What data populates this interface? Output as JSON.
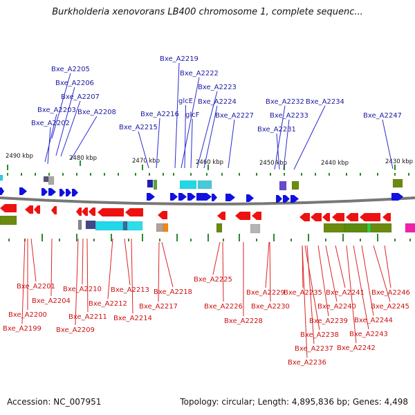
{
  "title": "Burkholderia xenovorans LB400 chromosome 1, complete sequenc...",
  "footer": {
    "accession": "Accession: NC_007951",
    "summary": "Topology: circular; Length: 4,895,836 bp; Genes: 4,498"
  },
  "colors": {
    "forward_gene": "#1010e0",
    "reverse_gene": "#ee1111",
    "backbone": "#777777",
    "tick": "#2a8a2a",
    "top_label": "#1a1aa0",
    "bottom_label": "#cc1111",
    "cyan_feature": "#22d8e8",
    "olive_feature": "#6a8a10"
  },
  "scale_labels": [
    "2490 kbp",
    "2480 kbp",
    "2470 kbp",
    "2460 kbp",
    "2450 kbp",
    "2440 kbp",
    "2430 kbp"
  ],
  "top_genes": [
    "Bxe_A2205",
    "Bxe_A2206",
    "Bxe_A2207",
    "Bxe_A2203",
    "Bxe_A2208",
    "Bxe_A2202",
    "Bxe_A2219",
    "Bxe_A2222",
    "Bxe_A2223",
    "glcE",
    "Bxe_A2224",
    "Bxe_A2216",
    "glcF",
    "Bxe_A2227",
    "Bxe_A2215",
    "Bxe_A2232",
    "Bxe_A2234",
    "Bxe_A2233",
    "Bxe_A2231",
    "Bxe_A2247"
  ],
  "bottom_genes": [
    "Bxe_A2201",
    "Bxe_A2204",
    "Bxe_A2200",
    "Bxe_A2199",
    "Bxe_A2210",
    "Bxe_A2211",
    "Bxe_A2209",
    "Bxe_A2213",
    "Bxe_A2212",
    "Bxe_A2214",
    "Bxe_A2218",
    "Bxe_A2217",
    "Bxe_A2225",
    "Bxe_A2226",
    "Bxe_A2228",
    "Bxe_A2229",
    "Bxe_A2230",
    "Bxe_A2235",
    "Bxe_A2238",
    "Bxe_A2237",
    "Bxe_A2236",
    "Bxe_A2239",
    "Bxe_A2240",
    "Bxe_A2241",
    "Bxe_A2242",
    "Bxe_A2243",
    "Bxe_A2244",
    "Bxe_A2245",
    "Bxe_A2246"
  ]
}
